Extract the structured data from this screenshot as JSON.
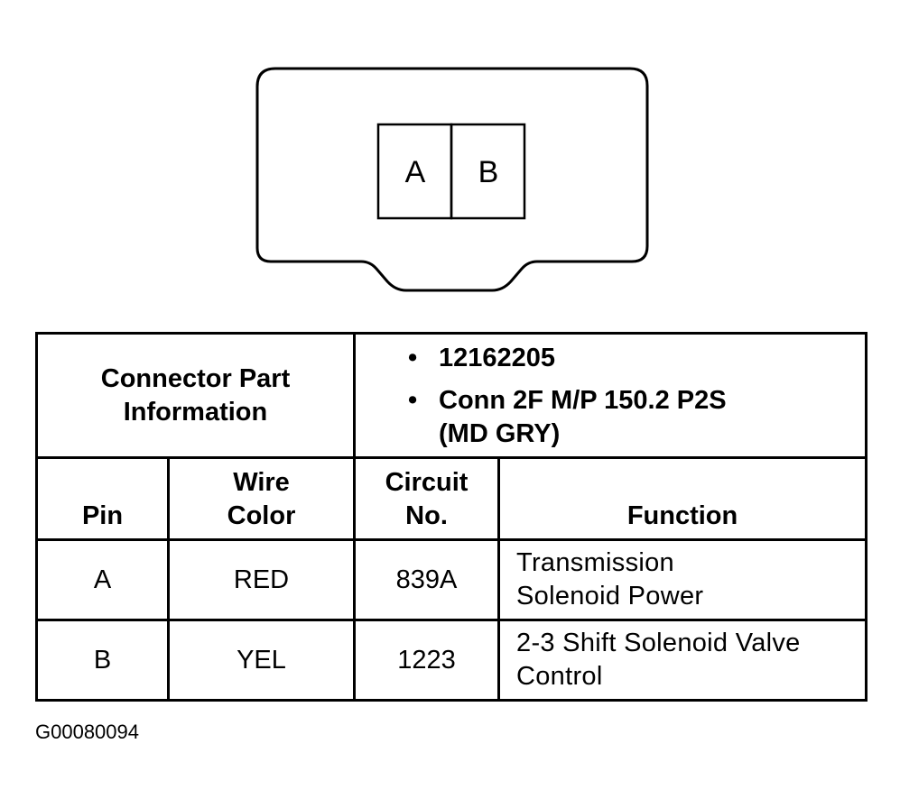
{
  "connector": {
    "pins": [
      "A",
      "B"
    ]
  },
  "part_info": {
    "label_line1": "Connector Part",
    "label_line2": "Information",
    "bullet": "•",
    "items": [
      {
        "line1": "12162205",
        "line2": ""
      },
      {
        "line1": "Conn 2F M/P 150.2 P2S",
        "line2": "(MD GRY)"
      }
    ]
  },
  "columns": {
    "pin": "Pin",
    "wire_color_line1": "Wire",
    "wire_color_line2": "Color",
    "circuit_line1": "Circuit",
    "circuit_line2": "No.",
    "function": "Function"
  },
  "rows": [
    {
      "pin": "A",
      "wire_color": "RED",
      "circuit": "839A",
      "function_line1": "Transmission",
      "function_line2": "Solenoid Power"
    },
    {
      "pin": "B",
      "wire_color": "YEL",
      "circuit": "1223",
      "function_line1": "2-3 Shift Solenoid Valve",
      "function_line2": "Control"
    }
  ],
  "figure_id": "G00080094"
}
